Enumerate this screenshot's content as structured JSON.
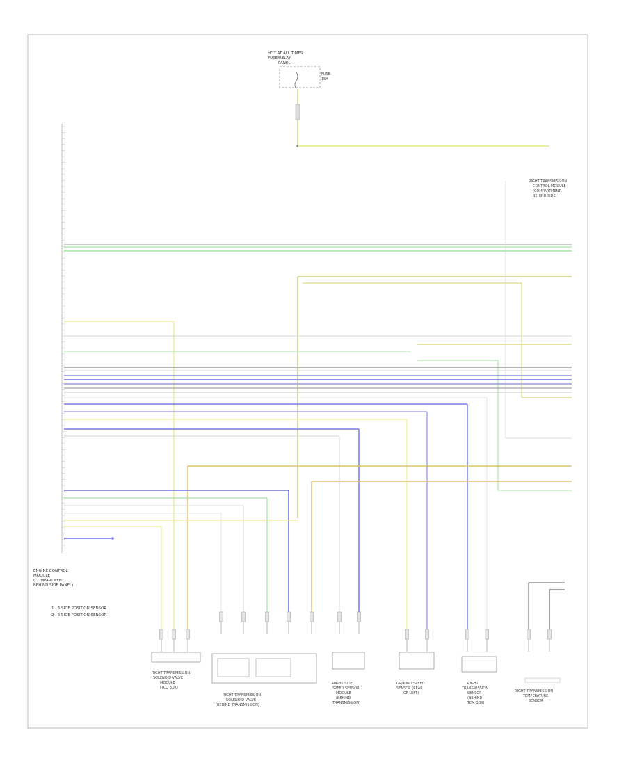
{
  "diagram": {
    "page_number": "",
    "module_name": [
      "ENGINE CONTROL",
      "MODULE",
      "(COMPARTMENT,",
      "BEHIND SIDE PANEL)"
    ],
    "power_supply_label": [
      "HOT AT ALL TIMES",
      "FUSE/RELAY",
      "PANEL"
    ],
    "fuse_label": [
      "FUSE",
      "15A"
    ],
    "legend": [
      "1 · 6 SIDE POSITION SENSOR",
      "2 · 6 SIDE POSITION SENSOR"
    ],
    "components": [
      {
        "id": "c1",
        "label": [
          "RIGHT TRANSMISSION",
          "SOLENOID VALVE",
          "MODULE",
          "(TCU BOX)"
        ]
      },
      {
        "id": "c2",
        "label": [
          "RIGHT TRANSMISSION",
          "SOLENOID VALVE",
          "(BEHIND TRANSMISSION)"
        ]
      },
      {
        "id": "c3",
        "label": [
          "RIGHT SIDE",
          "SPEED SENSOR",
          "MODULE",
          "(BEHIND",
          "TRANSMISSION)"
        ]
      },
      {
        "id": "c4",
        "label": [
          "GROUND SPEED",
          "SENSOR (REAR",
          "OF LEFT)"
        ]
      },
      {
        "id": "c5",
        "label": [
          "RIGHT",
          "TRANSMISSION",
          "SENSOR",
          "(BEHIND",
          "TCM BOX)"
        ]
      },
      {
        "id": "c6",
        "label": [
          "RIGHT TRANSMISSION",
          "TEMPERATURE",
          "SENSOR"
        ]
      }
    ],
    "right_module_label": [
      "RIGHT TRANSMISSION",
      "CONTROL MODULE",
      "(COMPARTMENT,",
      "BEHIND SIDE)"
    ]
  }
}
